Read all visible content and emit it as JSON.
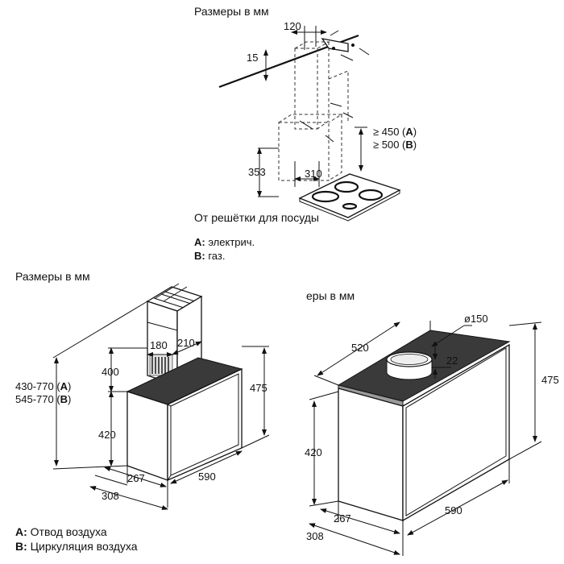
{
  "top": {
    "title": "Размеры в мм",
    "dims": {
      "d120": "120",
      "d15": "15",
      "d353": "353",
      "d310": "310",
      "d450": "≥ 450 (",
      "d450_key": "A",
      "d500": "≥ 500 (",
      "d500_key": "B",
      "close": ")"
    },
    "caption": "От решётки для посуды",
    "legend": [
      {
        "key": "A:",
        "text": " электрич."
      },
      {
        "key": "B:",
        "text": " газ."
      }
    ]
  },
  "left": {
    "title": "Размеры в мм",
    "dims": {
      "d180": "180",
      "d210": "210",
      "d400": "400",
      "d475": "475",
      "d420": "420",
      "d267": "267",
      "d308": "308",
      "d590": "590",
      "rA": "430-770 (",
      "rA_key": "A",
      "rB": "545-770 (",
      "rB_key": "B",
      "close": ")"
    },
    "legend": [
      {
        "key": "A:",
        "text": " Отвод воздуха"
      },
      {
        "key": "B:",
        "text": " Циркуляция воздуха"
      }
    ]
  },
  "right": {
    "title": "еры в мм",
    "dims": {
      "d520": "520",
      "d150": "ø150",
      "d22": "22",
      "d475": "475",
      "d420": "420",
      "d267": "267",
      "d308": "308",
      "d590": "590"
    }
  }
}
